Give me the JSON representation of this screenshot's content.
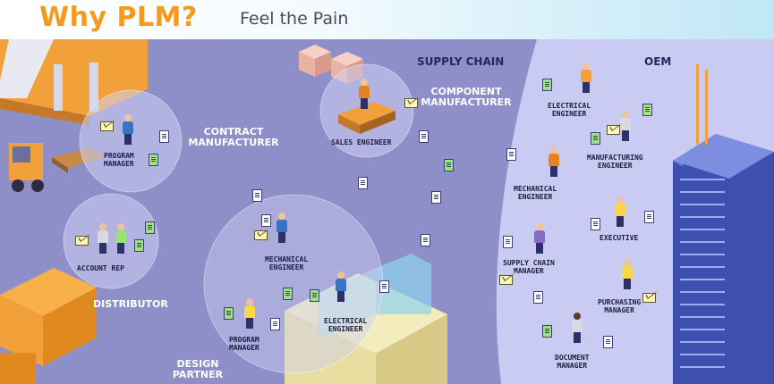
{
  "header": {
    "title": "Why PLM?",
    "subtitle": "Feel the Pain"
  },
  "regions": {
    "supply_chain": "SUPPLY CHAIN",
    "oem": "OEM",
    "contract_manufacturer": [
      "CONTRACT",
      "MANUFACTURER"
    ],
    "component_manufacturer": [
      "COMPONENT",
      "MANUFACTURER"
    ],
    "distributor": "DISTRIBUTOR",
    "design_partner": [
      "DESIGN",
      "PARTNER"
    ]
  },
  "roles": {
    "program_manager_top": [
      "PROGRAM",
      "MANAGER"
    ],
    "sales_engineer": "SALES ENGINEER",
    "account_rep": "ACCOUNT REP",
    "mechanical_engineer_center": [
      "MECHANICAL",
      "ENGINEER"
    ],
    "electrical_engineer_center": [
      "ELECTRICAL",
      "ENGINEER"
    ],
    "program_manager_bottom": [
      "PROGRAM",
      "MANAGER"
    ],
    "electrical_engineer_oem": [
      "ELECTRICAL",
      "ENGINEER"
    ],
    "manufacturing_engineer": [
      "MANUFACTURING",
      "ENGINEER"
    ],
    "mechanical_engineer_oem": [
      "MECHANICAL",
      "ENGINEER"
    ],
    "executive": "EXECUTIVE",
    "supply_chain_manager": [
      "SUPPLY CHAIN",
      "MANAGER"
    ],
    "purchasing_manager": [
      "PURCHASING",
      "MANAGER"
    ],
    "document_manager": [
      "DOCUMENT",
      "MANAGER"
    ]
  },
  "colors": {
    "title": "#f59a1c",
    "background": "#8e8fc9",
    "oem_zone": "#c9cbf2",
    "orange_machinery": "#f2a03a",
    "building": "#3f4fb0"
  }
}
